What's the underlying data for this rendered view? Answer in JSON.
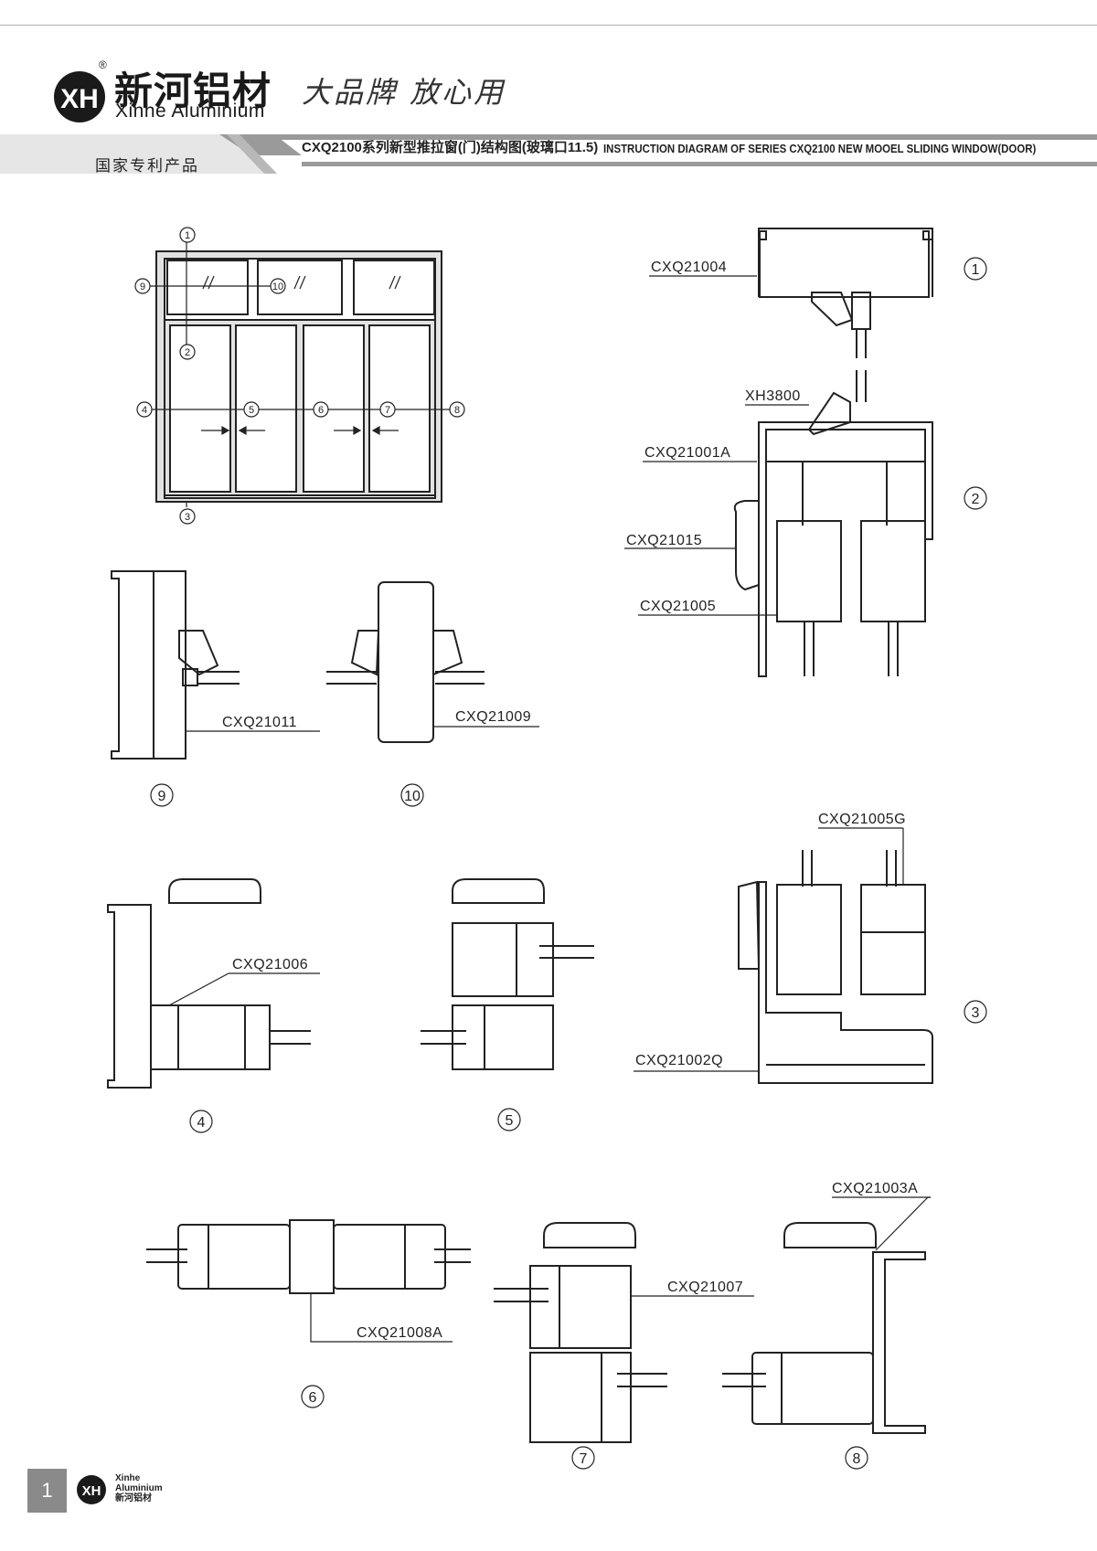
{
  "header": {
    "brand_cn": "新河铝材",
    "brand_en": "Xinhe Aluminium",
    "reg_mark": "®",
    "slogan": "大品牌 放心用",
    "patent": "国家专利产品",
    "title_cn": "CXQ2100系列新型推拉窗(门)结构图(玻璃口11.5)",
    "title_en": "INSTRUCTION DIAGRAM OF SERIES CXQ2100 NEW MOOEL SLIDING WINDOW(DOOR)"
  },
  "logo": {
    "letters": "XH"
  },
  "elevation": {
    "markers": [
      "1",
      "2",
      "3",
      "4",
      "5",
      "6",
      "7",
      "8",
      "9",
      "10"
    ]
  },
  "sections": {
    "s1": {
      "number": "1",
      "profile": "CXQ21004"
    },
    "s2": {
      "number": "2",
      "profiles": [
        "XH3800",
        "CXQ21001A",
        "CXQ21015",
        "CXQ21005"
      ]
    },
    "s3": {
      "number": "3",
      "profiles": [
        "CXQ21005G",
        "CXQ21002Q"
      ]
    },
    "s4": {
      "number": "4",
      "profile": "CXQ21006"
    },
    "s5": {
      "number": "5"
    },
    "s6": {
      "number": "6",
      "profile": "CXQ21008A"
    },
    "s7": {
      "number": "7",
      "profile": "CXQ21007"
    },
    "s8": {
      "number": "8",
      "profile": "CXQ21003A"
    },
    "s9": {
      "number": "9",
      "profile": "CXQ21011"
    },
    "s10": {
      "number": "10",
      "profile": "CXQ21009"
    }
  },
  "footer": {
    "page_number": "1",
    "logo_line1": "Xinhe",
    "logo_line2": "Aluminium",
    "logo_line3": "新河铝材"
  },
  "colors": {
    "line": "#222222",
    "band": "#9a9a9a",
    "page_tab": "#8a8a8a"
  }
}
